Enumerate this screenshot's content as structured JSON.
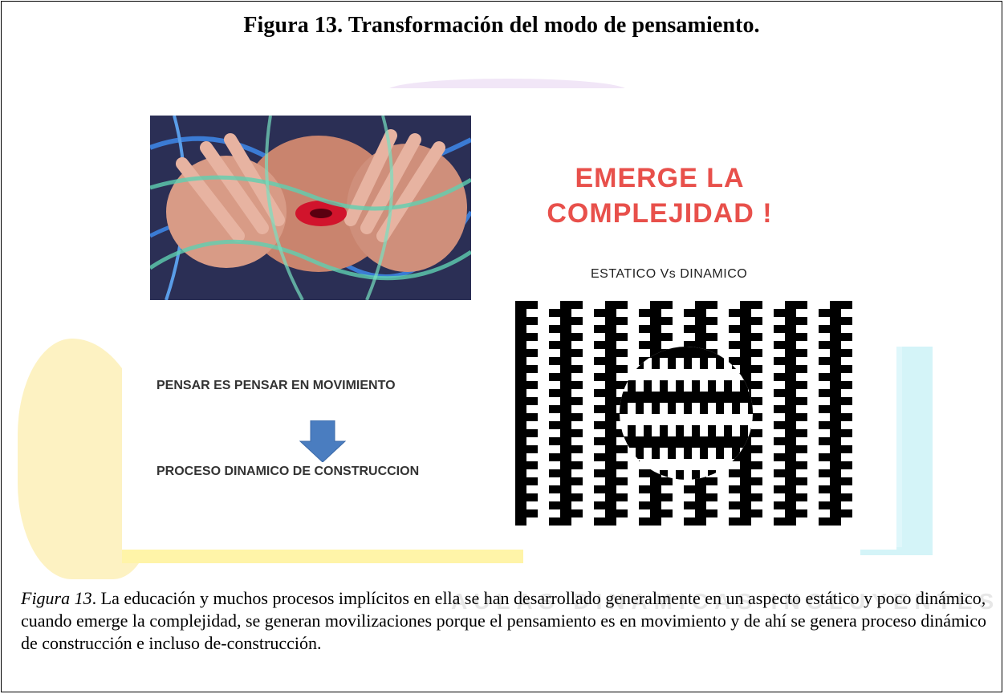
{
  "figure": {
    "title": "Figura 13. Transformación del modo de pensamiento.",
    "caption_label": "Figura 13",
    "caption_text": ". La educación y muchos procesos implícitos en ella se han desarrollado generalmente en un aspecto estático y poco dinámico, cuando emerge la complejidad, se generan movilizaciones porque el pensamiento es en movimiento y de ahí se genera proceso dinámico de construcción e incluso de-construcción."
  },
  "slide": {
    "emerge_line1": "EMERGE  LA",
    "emerge_line2": "COMPLEJIDAD  !",
    "static_vs_dynamic": "ESTATICO Vs DINAMICO",
    "pensar": "PENSAR ES PENSAR EN MOVIMIENTO",
    "proceso": "PROCESO DINAMICO DE CONSTRUCCION",
    "accent_color": "#e8504b",
    "arrow_color": "#4a7dc0"
  },
  "watermark": {
    "text": "AULAS DINAMICAS INCLUYENTES"
  }
}
